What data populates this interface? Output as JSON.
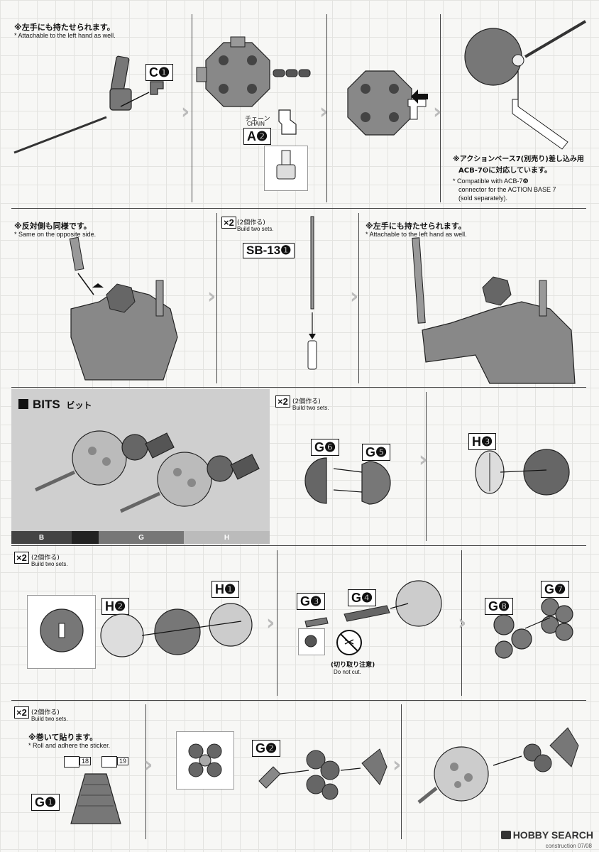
{
  "row1": {
    "note1_jp": "※左手にも持たせられます。",
    "note1_en": "* Attachable to the left hand as well.",
    "part_c1": "C❶",
    "chain_jp": "チェーン",
    "chain_en": "CHAIN",
    "part_a2": "A❷",
    "note4_jp_1": "※アクションベース7(別売り)差し込み用",
    "note4_jp_2": "ACB-7❽に対応しています。",
    "note4_en_1": "* Compatible with ACB-7❽",
    "note4_en_2": "connector for the ACTION BASE 7",
    "note4_en_3": "(sold separately)."
  },
  "row2": {
    "note1_jp": "※反対側も同様です。",
    "note1_en": "* Same on the opposite side.",
    "x2_label": "×2",
    "x2_jp": "(2個作る)",
    "x2_en": "Build two sets.",
    "part_sb": "SB-13❶",
    "note3_jp": "※左手にも持たせられます。",
    "note3_en": "* Attachable to the left hand as well."
  },
  "row3": {
    "bits_title": "BITS",
    "bits_jp": "ビット",
    "legend": [
      "B",
      "G",
      "H"
    ],
    "x2_label": "×2",
    "x2_jp": "(2個作る)",
    "x2_en": "Build two sets.",
    "part_g6": "G❻",
    "part_g5": "G❺",
    "part_h3": "H❸"
  },
  "row4": {
    "x2_label": "×2",
    "x2_jp": "(2個作る)",
    "x2_en": "Build two sets.",
    "part_h2": "H❷",
    "part_h1": "H❶",
    "part_g3": "G❸",
    "part_g4": "G❹",
    "cut_jp": "(切り取り注意)",
    "cut_en": "Do not cut.",
    "part_g8": "G❽",
    "part_g7": "G❼"
  },
  "row5": {
    "x2_label": "×2",
    "x2_jp": "(2個作る)",
    "x2_en": "Build two sets.",
    "note_jp": "※巻いて貼ります。",
    "note_en": "* Roll and adhere the sticker.",
    "sticker_18": "18",
    "sticker_19": "19",
    "part_g1": "G❶",
    "part_g2": "G❷"
  },
  "footer": {
    "brand": "HOBBY SEARCH",
    "page": "construction 07/08"
  }
}
